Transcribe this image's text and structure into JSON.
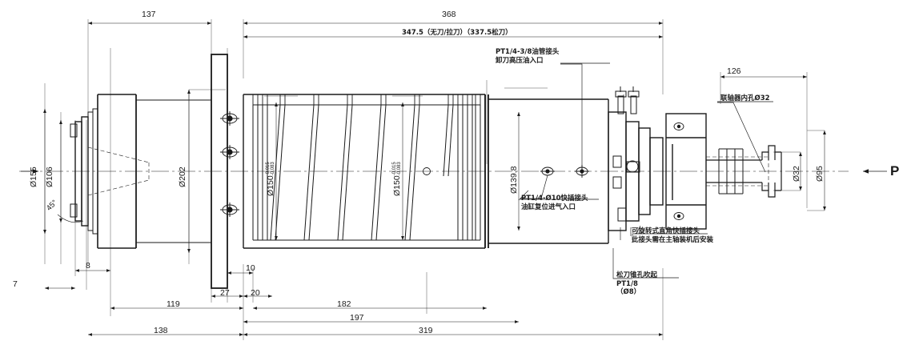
{
  "drawing": {
    "title": "Spindle assembly cross-section drawing",
    "view_marker": "P",
    "line_color": "#1a1a1a",
    "background": "#ffffff"
  },
  "dimensions_top": [
    {
      "id": "dim-137",
      "value": "137"
    },
    {
      "id": "dim-368",
      "value": "368"
    },
    {
      "id": "dim-347-5",
      "value": "347.5（无刀/拉刀）（337.5松刀）"
    },
    {
      "id": "dim-126",
      "value": "126"
    }
  ],
  "dimensions_bottom": [
    {
      "id": "dim-8",
      "value": "8"
    },
    {
      "id": "dim-7",
      "value": "7"
    },
    {
      "id": "dim-10",
      "value": "10"
    },
    {
      "id": "dim-27",
      "value": "27"
    },
    {
      "id": "dim-20",
      "value": "20"
    },
    {
      "id": "dim-119",
      "value": "119"
    },
    {
      "id": "dim-182",
      "value": "182"
    },
    {
      "id": "dim-197",
      "value": "197"
    },
    {
      "id": "dim-138",
      "value": "138"
    },
    {
      "id": "dim-319",
      "value": "319"
    }
  ],
  "diameters": [
    {
      "id": "dia-155",
      "value": "Ø155"
    },
    {
      "id": "dia-106",
      "value": "Ø106"
    },
    {
      "id": "dia-202",
      "value": "Ø202"
    },
    {
      "id": "dia-150-a",
      "value": "Ø150",
      "tol_upper": "-0.015",
      "tol_lower": "-0.083"
    },
    {
      "id": "dia-150-b",
      "value": "Ø150",
      "tol_upper": "-0.015",
      "tol_lower": "-0.083"
    },
    {
      "id": "dia-139-8",
      "value": "Ø139.8"
    },
    {
      "id": "dia-32",
      "value": "Ø32"
    },
    {
      "id": "dia-95",
      "value": "Ø95"
    }
  ],
  "angles": [
    {
      "id": "angle-45",
      "value": "45°"
    }
  ],
  "callouts": [
    {
      "id": "callout-hydraulic-inlet",
      "lines": [
        "PT1/4-3/8油管接头",
        "卸刀高压油入口"
      ]
    },
    {
      "id": "callout-air-reset-inlet",
      "lines": [
        "PT1/4-Ø10快插接头",
        "油缸复位进气入口"
      ]
    },
    {
      "id": "callout-rotatable-elbow",
      "lines": [
        "可旋转式直角快插接头",
        "此接头需在主轴装机后安装"
      ]
    },
    {
      "id": "callout-taper-blow",
      "lines": [
        "松刀锥孔吹起",
        "PT1/8",
        "（Ø8）"
      ]
    },
    {
      "id": "callout-coupling-bore",
      "lines": [
        "联轴器内孔Ø32"
      ]
    }
  ]
}
